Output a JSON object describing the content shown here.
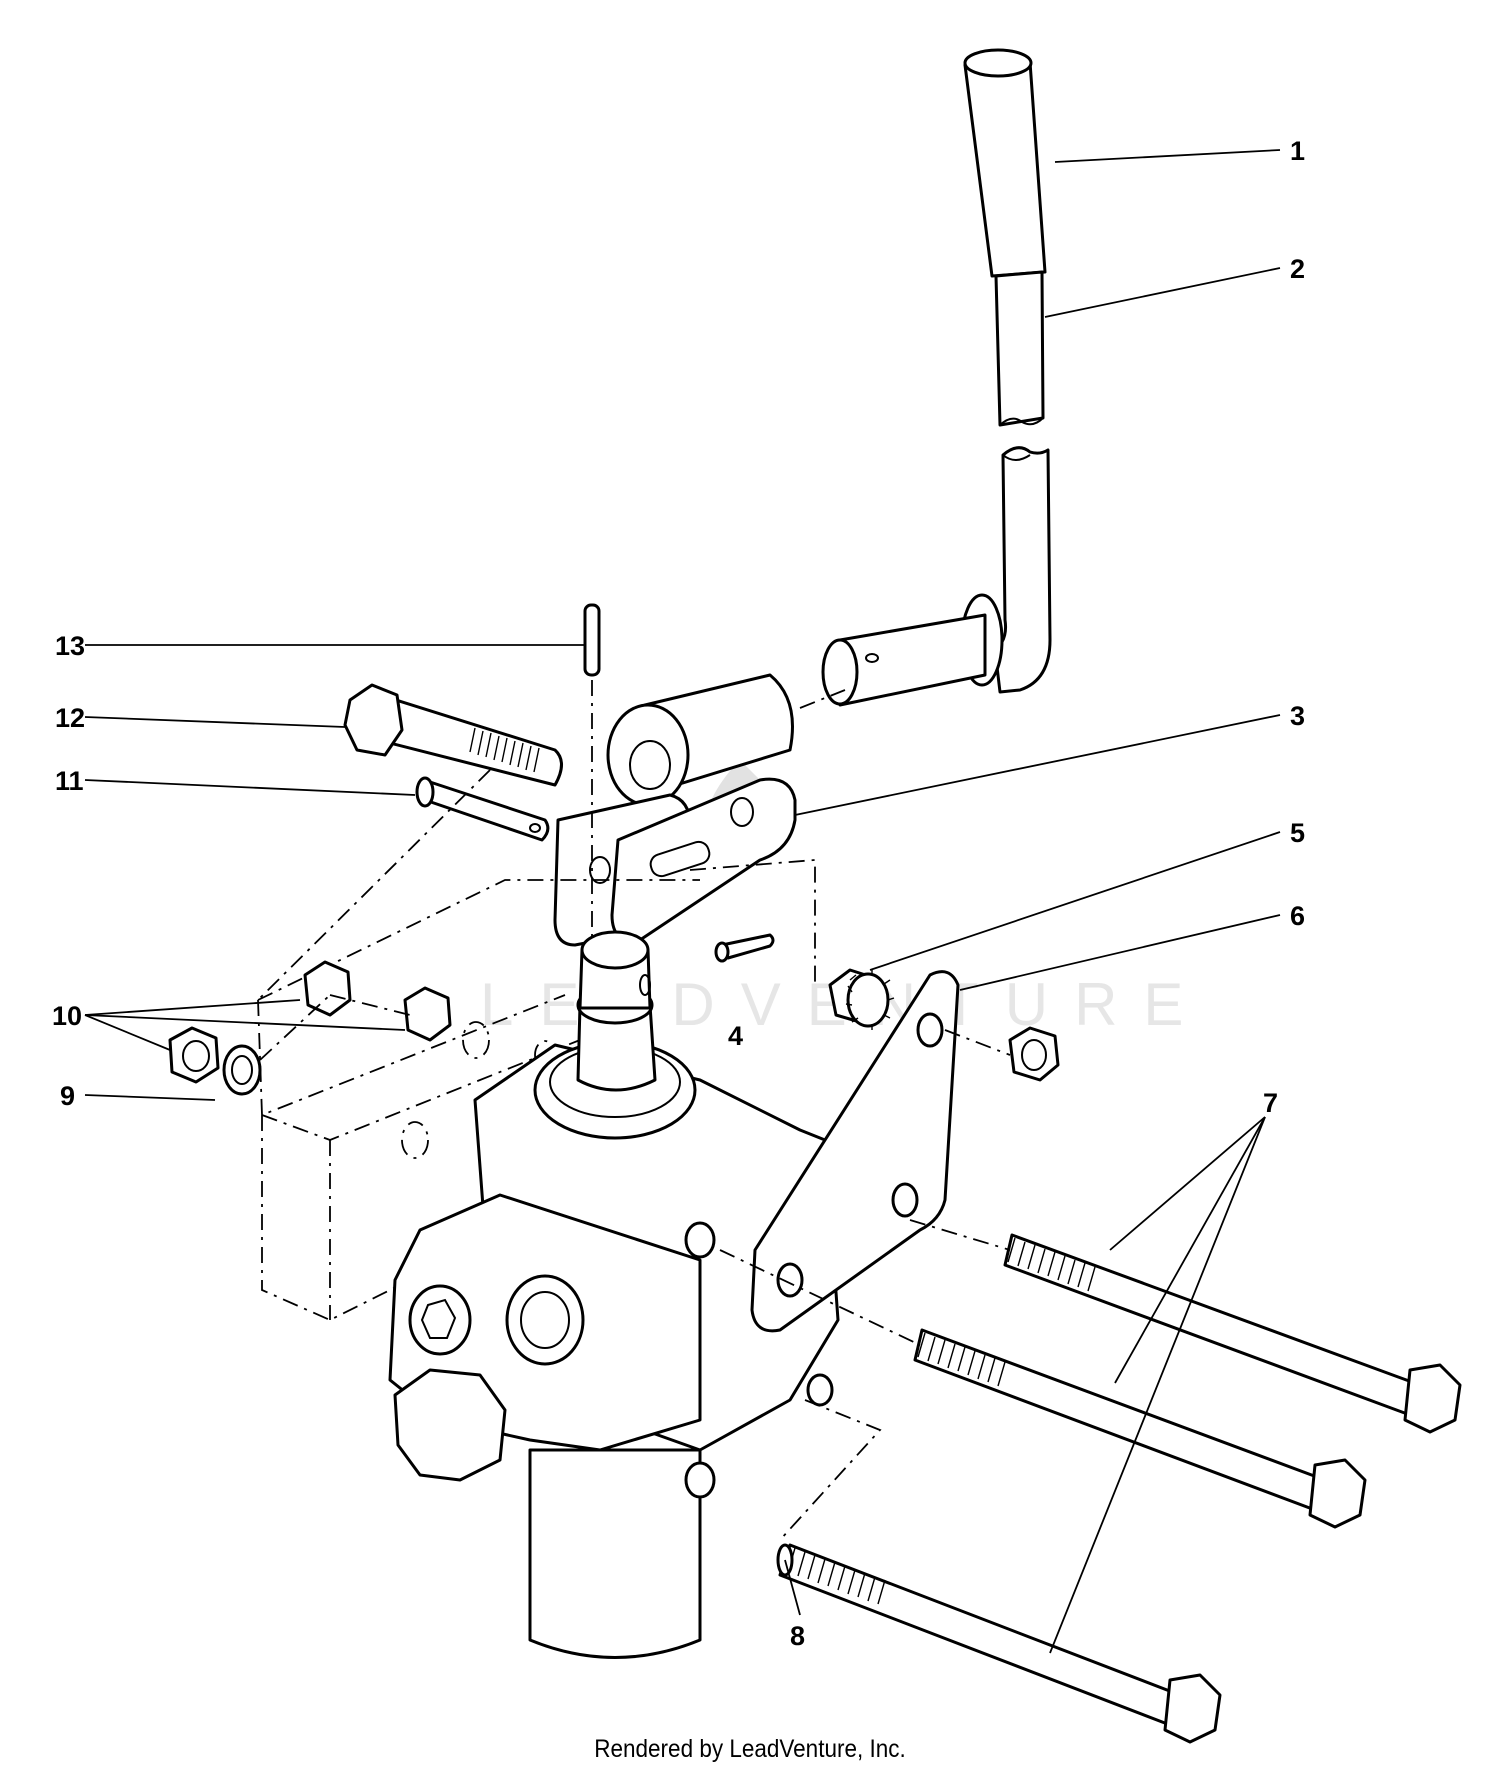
{
  "watermark": "LEADVENTURE",
  "callouts": [
    "1",
    "2",
    "3",
    "4",
    "5",
    "6",
    "7",
    "8",
    "9",
    "10",
    "11",
    "12",
    "13"
  ],
  "footer": "Rendered by LeadVenture, Inc."
}
